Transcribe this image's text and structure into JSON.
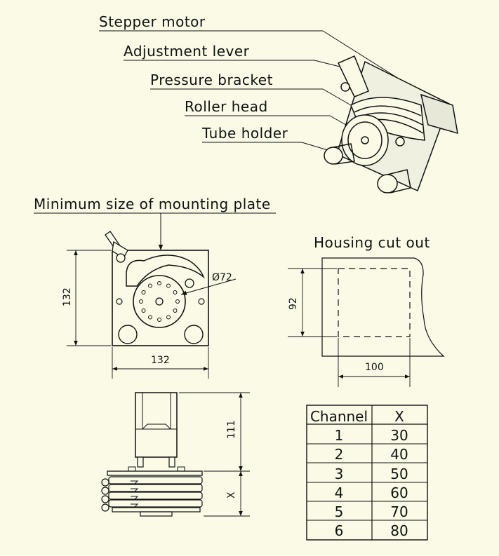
{
  "labels": {
    "stepper_motor": "Stepper motor",
    "adjustment_lever": "Adjustment lever",
    "pressure_bracket": "Pressure bracket",
    "roller_head": "Roller head",
    "tube_holder": "Tube holder",
    "min_plate": "Minimum size of mounting plate",
    "housing_cut": "Housing cut out"
  },
  "dimensions": {
    "plate_height": "132",
    "plate_width": "132",
    "diameter": "Ø72",
    "cut_height": "92",
    "cut_width": "100",
    "motor_length": "111",
    "head_length": "X"
  },
  "table": {
    "headers": [
      "Channel",
      "X"
    ],
    "rows": [
      [
        "1",
        "30"
      ],
      [
        "2",
        "40"
      ],
      [
        "3",
        "50"
      ],
      [
        "4",
        "60"
      ],
      [
        "5",
        "70"
      ],
      [
        "6",
        "80"
      ]
    ]
  },
  "colors": {
    "background": "#fafae6",
    "line": "#111111"
  }
}
